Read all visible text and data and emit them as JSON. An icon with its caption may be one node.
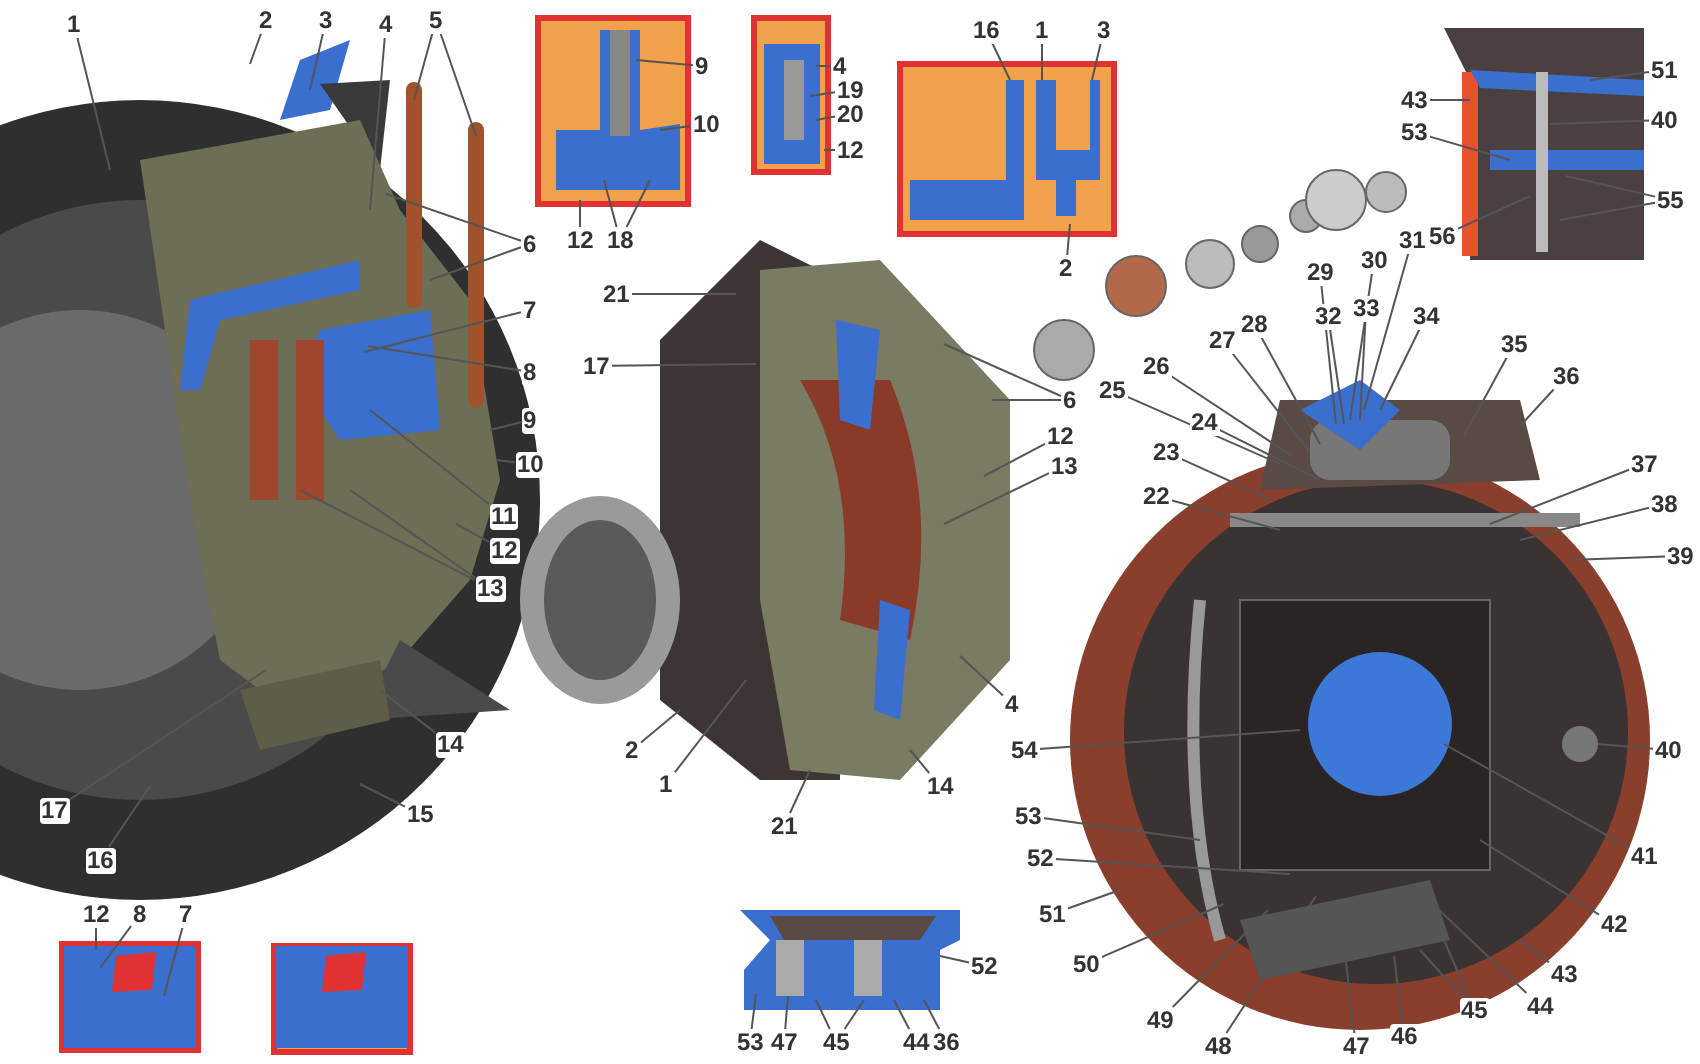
{
  "diagram": {
    "nodes": [
      {
        "text": [
          "1"
        ]
      },
      {
        "text": [
          "2"
        ]
      },
      {
        "text": [
          "3"
        ]
      },
      {
        "text": [
          "4"
        ]
      },
      {
        "text": [
          "5"
        ]
      },
      {
        "text": [
          "6"
        ]
      },
      {
        "text": [
          "7"
        ]
      },
      {
        "text": [
          "8"
        ]
      },
      {
        "text": [
          "9"
        ]
      },
      {
        "text": [
          "10"
        ]
      },
      {
        "text": [
          "11"
        ]
      },
      {
        "text": [
          "12"
        ]
      },
      {
        "text": [
          "13"
        ]
      },
      {
        "text": [
          "14"
        ]
      },
      {
        "text": [
          "15"
        ]
      },
      {
        "text": [
          "16"
        ]
      },
      {
        "text": [
          "17"
        ]
      },
      {
        "text": [
          "9"
        ]
      },
      {
        "text": [
          "10"
        ]
      },
      {
        "text": [
          "12"
        ]
      },
      {
        "text": [
          "18"
        ]
      },
      {
        "text": [
          "4"
        ]
      },
      {
        "text": [
          "19"
        ]
      },
      {
        "text": [
          "20"
        ]
      },
      {
        "text": [
          "12"
        ]
      },
      {
        "text": [
          "16"
        ]
      },
      {
        "text": [
          "1"
        ]
      },
      {
        "text": [
          "3"
        ]
      },
      {
        "text": [
          "2"
        ]
      },
      {
        "text": [
          "51"
        ]
      },
      {
        "text": [
          "40"
        ]
      },
      {
        "text": [
          "43"
        ]
      },
      {
        "text": [
          "53"
        ]
      },
      {
        "text": [
          "55"
        ]
      },
      {
        "text": [
          "56"
        ]
      },
      {
        "text": [
          "21"
        ]
      },
      {
        "text": [
          "17"
        ]
      },
      {
        "text": [
          "6"
        ]
      },
      {
        "text": [
          "12"
        ]
      },
      {
        "text": [
          "13"
        ]
      },
      {
        "text": [
          "25"
        ]
      },
      {
        "text": [
          "26"
        ]
      },
      {
        "text": [
          "27"
        ]
      },
      {
        "text": [
          "28"
        ]
      },
      {
        "text": [
          "29"
        ]
      },
      {
        "text": [
          "30"
        ]
      },
      {
        "text": [
          "31"
        ]
      },
      {
        "text": [
          "32"
        ]
      },
      {
        "text": [
          "33"
        ]
      },
      {
        "text": [
          "34"
        ]
      },
      {
        "text": [
          "35"
        ]
      },
      {
        "text": [
          "36"
        ]
      },
      {
        "text": [
          "24"
        ]
      },
      {
        "text": [
          "23"
        ]
      },
      {
        "text": [
          "22"
        ]
      },
      {
        "text": [
          "37"
        ]
      },
      {
        "text": [
          "38"
        ]
      },
      {
        "text": [
          "39"
        ]
      },
      {
        "text": [
          "4"
        ]
      },
      {
        "text": [
          "2"
        ]
      },
      {
        "text": [
          "1"
        ]
      },
      {
        "text": [
          "14"
        ]
      },
      {
        "text": [
          "21"
        ]
      },
      {
        "text": [
          "54"
        ]
      },
      {
        "text": [
          "40"
        ]
      },
      {
        "text": [
          "53"
        ]
      },
      {
        "text": [
          "41"
        ]
      },
      {
        "text": [
          "52"
        ]
      },
      {
        "text": [
          "51"
        ]
      },
      {
        "text": [
          "42"
        ]
      },
      {
        "text": [
          "50"
        ]
      },
      {
        "text": [
          "43"
        ]
      },
      {
        "text": [
          "44"
        ]
      },
      {
        "text": [
          "45"
        ]
      },
      {
        "text": [
          "49"
        ]
      },
      {
        "text": [
          "48"
        ]
      },
      {
        "text": [
          "47"
        ]
      },
      {
        "text": [
          "46"
        ]
      },
      {
        "text": [
          "12"
        ]
      },
      {
        "text": [
          "8"
        ]
      },
      {
        "text": [
          "7"
        ]
      },
      {
        "text": [
          "52"
        ]
      },
      {
        "text": [
          "53"
        ]
      },
      {
        "text": [
          "47"
        ]
      },
      {
        "text": [
          "45"
        ]
      },
      {
        "text": [
          "44"
        ]
      },
      {
        "text": [
          "36"
        ]
      }
    ],
    "edges": [
      {
        "from": 0,
        "to": null,
        "arrow": "none"
      },
      {
        "from": 1,
        "to": null,
        "arrow": "none"
      },
      {
        "from": 2,
        "to": null,
        "arrow": "none"
      },
      {
        "from": 3,
        "to": null,
        "arrow": "none"
      },
      {
        "from": 4,
        "to": null,
        "arrow": "none"
      },
      {
        "from": 4,
        "to": null,
        "arrow": "none"
      },
      {
        "from": 5,
        "to": null,
        "arrow": "none"
      },
      {
        "from": 5,
        "to": null,
        "arrow": "none"
      },
      {
        "from": 6,
        "to": null,
        "arrow": "none"
      },
      {
        "from": 7,
        "to": null,
        "arrow": "none"
      },
      {
        "from": 8,
        "to": null,
        "arrow": "none"
      },
      {
        "from": 9,
        "to": null,
        "arrow": "none"
      },
      {
        "from": 10,
        "to": null,
        "arrow": "none"
      },
      {
        "from": 11,
        "to": null,
        "arrow": "none"
      },
      {
        "from": 12,
        "to": null,
        "arrow": "none"
      },
      {
        "from": 12,
        "to": null,
        "arrow": "none"
      },
      {
        "from": 13,
        "to": null,
        "arrow": "none"
      },
      {
        "from": 14,
        "to": null,
        "arrow": "none"
      },
      {
        "from": 15,
        "to": null,
        "arrow": "none"
      },
      {
        "from": 16,
        "to": null,
        "arrow": "none"
      },
      {
        "from": 17,
        "to": null,
        "arrow": "none"
      },
      {
        "from": 18,
        "to": null,
        "arrow": "none"
      },
      {
        "from": 19,
        "to": null,
        "arrow": "none"
      },
      {
        "from": 20,
        "to": null,
        "arrow": "none"
      },
      {
        "from": 20,
        "to": null,
        "arrow": "none"
      },
      {
        "from": 21,
        "to": null,
        "arrow": "none"
      },
      {
        "from": 22,
        "to": null,
        "arrow": "none"
      },
      {
        "from": 23,
        "to": null,
        "arrow": "none"
      },
      {
        "from": 24,
        "to": null,
        "arrow": "none"
      },
      {
        "from": 25,
        "to": null,
        "arrow": "none"
      },
      {
        "from": 26,
        "to": null,
        "arrow": "none"
      },
      {
        "from": 27,
        "to": null,
        "arrow": "none"
      },
      {
        "from": 28,
        "to": null,
        "arrow": "none"
      },
      {
        "from": 29,
        "to": null,
        "arrow": "none"
      },
      {
        "from": 30,
        "to": null,
        "arrow": "none"
      },
      {
        "from": 31,
        "to": null,
        "arrow": "none"
      },
      {
        "from": 32,
        "to": null,
        "arrow": "none"
      },
      {
        "from": 33,
        "to": null,
        "arrow": "none"
      },
      {
        "from": 33,
        "to": null,
        "arrow": "none"
      },
      {
        "from": 34,
        "to": null,
        "arrow": "none"
      },
      {
        "from": 35,
        "to": null,
        "arrow": "none"
      },
      {
        "from": 36,
        "to": null,
        "arrow": "none"
      },
      {
        "from": 37,
        "to": null,
        "arrow": "none"
      },
      {
        "from": 37,
        "to": null,
        "arrow": "none"
      },
      {
        "from": 38,
        "to": null,
        "arrow": "none"
      },
      {
        "from": 39,
        "to": null,
        "arrow": "none"
      },
      {
        "from": 40,
        "to": null,
        "arrow": "none"
      },
      {
        "from": 41,
        "to": null,
        "arrow": "none"
      },
      {
        "from": 42,
        "to": null,
        "arrow": "none"
      },
      {
        "from": 43,
        "to": null,
        "arrow": "none"
      },
      {
        "from": 44,
        "to": null,
        "arrow": "none"
      },
      {
        "from": 45,
        "to": null,
        "arrow": "none"
      },
      {
        "from": 46,
        "to": null,
        "arrow": "none"
      },
      {
        "from": 47,
        "to": null,
        "arrow": "none"
      },
      {
        "from": 48,
        "to": null,
        "arrow": "none"
      },
      {
        "from": 49,
        "to": null,
        "arrow": "none"
      },
      {
        "from": 50,
        "to": null,
        "arrow": "none"
      },
      {
        "from": 51,
        "to": null,
        "arrow": "none"
      },
      {
        "from": 52,
        "to": null,
        "arrow": "none"
      },
      {
        "from": 53,
        "to": null,
        "arrow": "none"
      },
      {
        "from": 54,
        "to": null,
        "arrow": "none"
      },
      {
        "from": 55,
        "to": null,
        "arrow": "none"
      },
      {
        "from": 56,
        "to": null,
        "arrow": "none"
      },
      {
        "from": 57,
        "to": null,
        "arrow": "none"
      },
      {
        "from": 58,
        "to": null,
        "arrow": "none"
      },
      {
        "from": 59,
        "to": null,
        "arrow": "none"
      },
      {
        "from": 60,
        "to": null,
        "arrow": "none"
      },
      {
        "from": 61,
        "to": null,
        "arrow": "none"
      },
      {
        "from": 62,
        "to": null,
        "arrow": "none"
      },
      {
        "from": 63,
        "to": null,
        "arrow": "none"
      },
      {
        "from": 64,
        "to": null,
        "arrow": "none"
      },
      {
        "from": 65,
        "to": null,
        "arrow": "none"
      },
      {
        "from": 66,
        "to": null,
        "arrow": "none"
      },
      {
        "from": 67,
        "to": null,
        "arrow": "none"
      },
      {
        "from": 68,
        "to": null,
        "arrow": "none"
      },
      {
        "from": 69,
        "to": null,
        "arrow": "none"
      },
      {
        "from": 70,
        "to": null,
        "arrow": "none"
      },
      {
        "from": 71,
        "to": null,
        "arrow": "none"
      },
      {
        "from": 72,
        "to": null,
        "arrow": "none"
      },
      {
        "from": 73,
        "to": null,
        "arrow": "none"
      },
      {
        "from": 73,
        "to": null,
        "arrow": "none"
      },
      {
        "from": 74,
        "to": null,
        "arrow": "none"
      },
      {
        "from": 75,
        "to": null,
        "arrow": "none"
      },
      {
        "from": 76,
        "to": null,
        "arrow": "none"
      },
      {
        "from": 77,
        "to": null,
        "arrow": "none"
      },
      {
        "from": 78,
        "to": null,
        "arrow": "none"
      },
      {
        "from": 79,
        "to": null,
        "arrow": "none"
      },
      {
        "from": 80,
        "to": null,
        "arrow": "none"
      },
      {
        "from": 81,
        "to": null,
        "arrow": "none"
      },
      {
        "from": 82,
        "to": null,
        "arrow": "none"
      },
      {
        "from": 83,
        "to": null,
        "arrow": "none"
      },
      {
        "from": 84,
        "to": null,
        "arrow": "none"
      },
      {
        "from": 84,
        "to": null,
        "arrow": "none"
      },
      {
        "from": 85,
        "to": null,
        "arrow": "none"
      },
      {
        "from": 86,
        "to": null,
        "arrow": "none"
      }
    ]
  }
}
